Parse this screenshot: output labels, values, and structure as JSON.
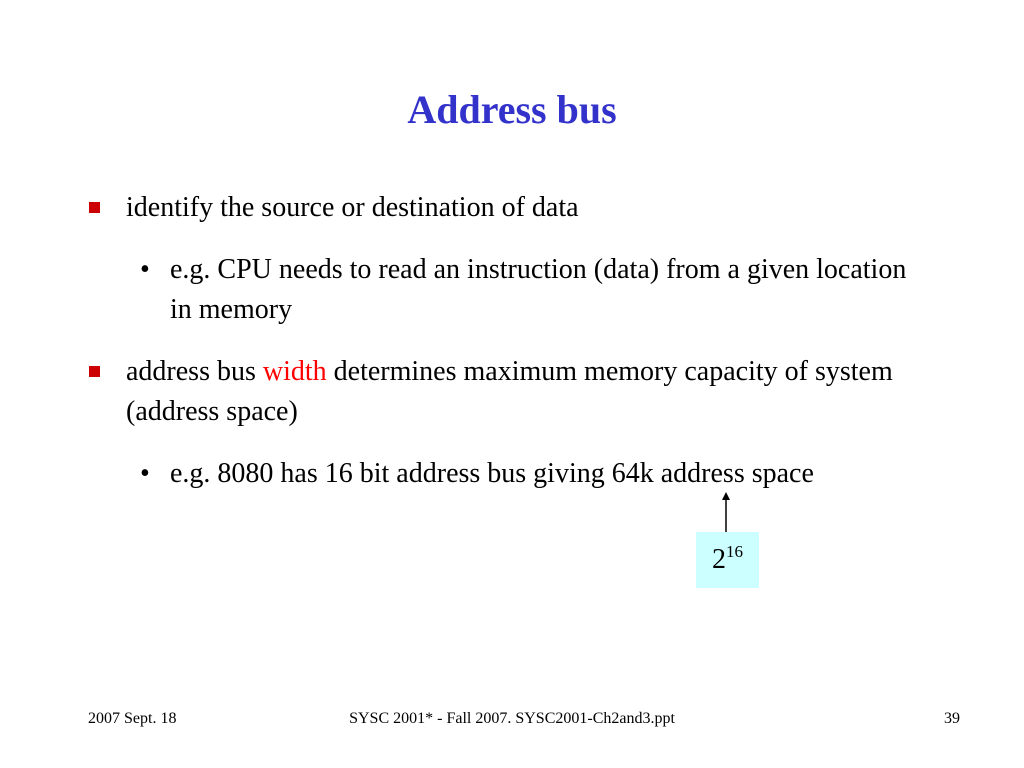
{
  "slide": {
    "title": "Address bus",
    "bullets": [
      {
        "text": "identify the source or destination of data",
        "sub": "e.g. CPU needs to read an instruction (data) from a given location in memory"
      },
      {
        "text_before": "address bus ",
        "highlight": "width",
        "text_after": " determines maximum memory capacity of system  (address space)",
        "sub": "e.g. 8080 has 16 bit address bus giving 64k address space"
      }
    ],
    "sub_bullet_symbol": "•",
    "annotation": {
      "base": "2",
      "exponent": "16"
    },
    "footer": {
      "date": "2007 Sept. 18",
      "course": "SYSC 2001* - Fall 2007. SYSC2001-Ch2and3.ppt",
      "page": "39"
    },
    "colors": {
      "title": "#3333cc",
      "bullet_marker": "#cc0000",
      "highlight": "#ff0000",
      "annotation_box": "#ccffff"
    },
    "icons": {
      "bullet_marker": "red-square-bullet",
      "arrow": "up-arrow"
    }
  }
}
